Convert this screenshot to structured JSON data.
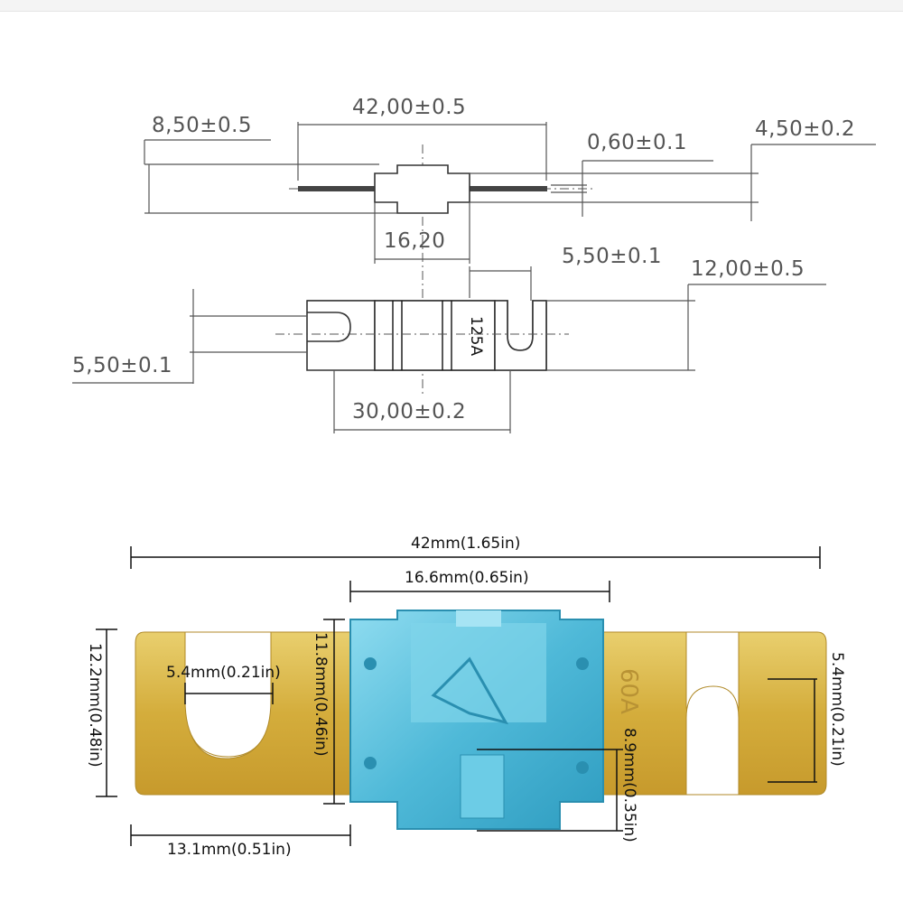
{
  "nav": {
    "items": [
      "",
      "",
      "",
      ""
    ]
  },
  "top_drawing": {
    "dim_overall_length": "42,00±0.5",
    "dim_height_left": "8,50±0.5",
    "dim_thickness": "0,60±0.1",
    "dim_height_right": "4,50±0.2",
    "dim_body_width": "16,20",
    "dim_slot_top": "5,50±0.1",
    "dim_width": "12,00±0.5",
    "dim_slot_left": "5,50±0.1",
    "dim_hole_spacing": "30,00±0.2",
    "rating_label": "125A"
  },
  "bottom_photo": {
    "dim_total": "42mm(1.65in)",
    "dim_body": "16.6mm(0.65in)",
    "dim_height_total": "12.2mm(0.48in)",
    "dim_height_body": "11.8mm(0.46in)",
    "dim_slot_left": "5.4mm(0.21in)",
    "dim_slot_right": "5.4mm(0.21in)",
    "dim_blade_depth": "8.9mm(0.35in)",
    "dim_tab_length": "13.1mm(0.51in)",
    "fuse_label": "60A",
    "colors": {
      "blade": "#d9b64a",
      "body": "#5ec4e0"
    }
  }
}
